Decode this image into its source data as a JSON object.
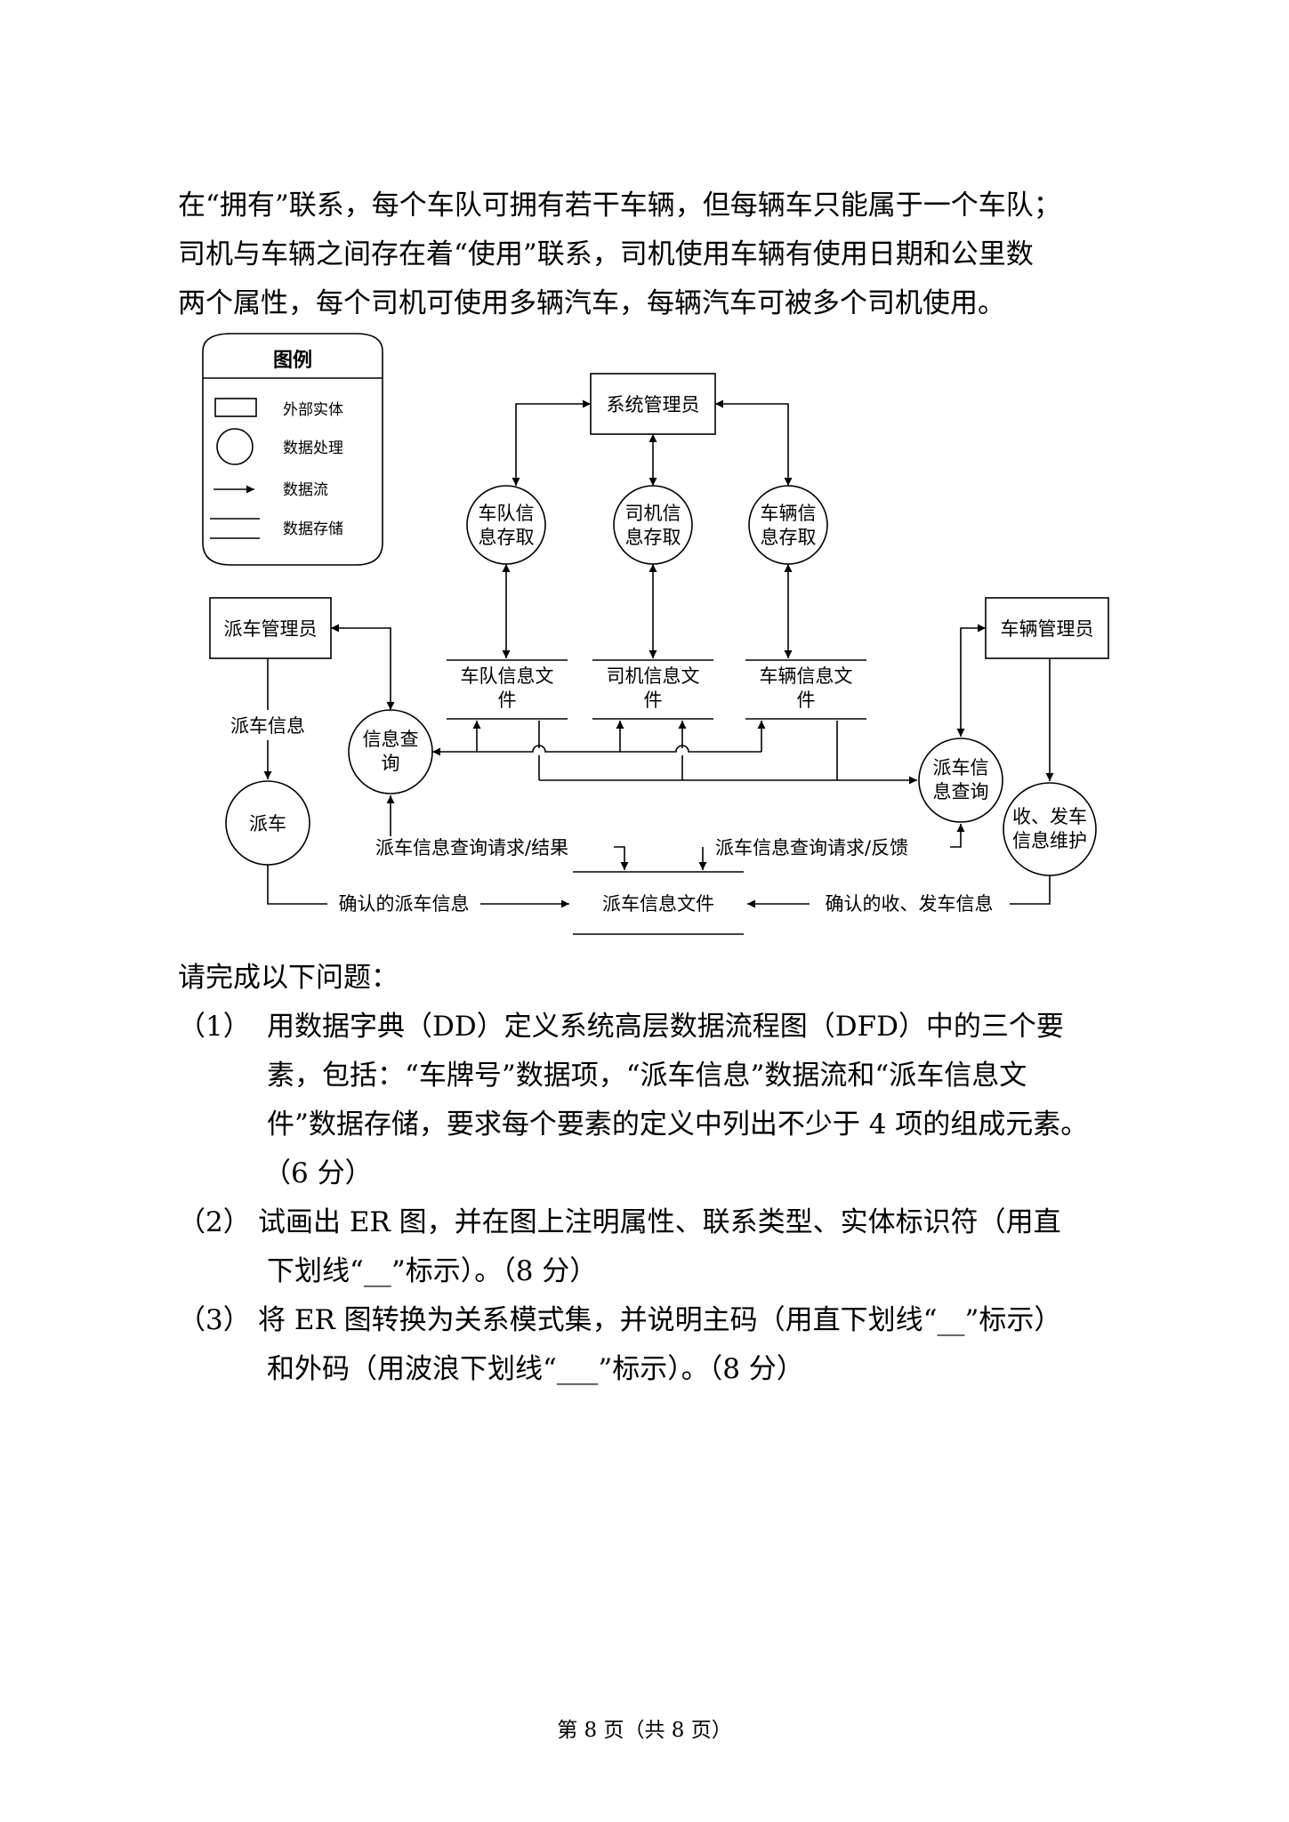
{
  "intro": {
    "line1": "在“拥有”联系，每个车队可拥有若干车辆，但每辆车只能属于一个车队；",
    "line2": "司机与车辆之间存在着“使用”联系，司机使用车辆有使用日期和公里数",
    "line3": "两个属性，每个司机可使用多辆汽车，每辆汽车可被多个司机使用。"
  },
  "diagram": {
    "legend": {
      "title": "图例",
      "external_entity": "外部实体",
      "process": "数据处理",
      "data_flow": "数据流",
      "data_store": "数据存储"
    },
    "entities": {
      "system_admin": "系统管理员",
      "dispatch_admin": "派车管理员",
      "vehicle_admin": "车辆管理员"
    },
    "processes": {
      "team_access": [
        "车队信",
        "息存取"
      ],
      "driver_access": [
        "司机信",
        "息存取"
      ],
      "vehicle_access": [
        "车辆信",
        "息存取"
      ],
      "info_query": [
        "信息查",
        "询"
      ],
      "dispatch": "派车",
      "dispatch_query": [
        "派车信",
        "息查询"
      ],
      "send_receive_maint": [
        "收、发车",
        "信息维护"
      ]
    },
    "stores": {
      "team_file": [
        "车队信息文",
        "件"
      ],
      "driver_file": [
        "司机信息文",
        "件"
      ],
      "vehicle_file": [
        "车辆信息文",
        "件"
      ],
      "dispatch_file": "派车信息文件"
    },
    "flows": {
      "dispatch_info": "派车信息",
      "query_request_result": "派车信息查询请求/结果",
      "query_request_feedback": "派车信息查询请求/反馈",
      "confirmed_dispatch": "确认的派车信息",
      "confirmed_send_receive": "确认的收、发车信息"
    }
  },
  "questions": {
    "prompt": "请完成以下问题：",
    "q1": {
      "num": "（1）",
      "line1": "用数据字典（DD）定义系统高层数据流程图（DFD）中的三个要",
      "line2": "素，包括：“车牌号”数据项，“派车信息”数据流和“派车信息文",
      "line3": "件”数据存储，要求每个要素的定义中列出不少于 4 项的组成元素。",
      "line4": "（6 分）"
    },
    "q2": {
      "num": "（2）",
      "line1": "试画出 ER 图，并在图上注明属性、联系类型、实体标识符（用直",
      "line2": "下划线“__”标示）。（8 分）"
    },
    "q3": {
      "num": "（3）",
      "line1": "将 ER 图转换为关系模式集，并说明主码（用直下划线“__”标示）",
      "line2": "和外码（用波浪下划线“___”标示）。（8 分）"
    }
  },
  "footer": "第 8 页（共 8 页）"
}
